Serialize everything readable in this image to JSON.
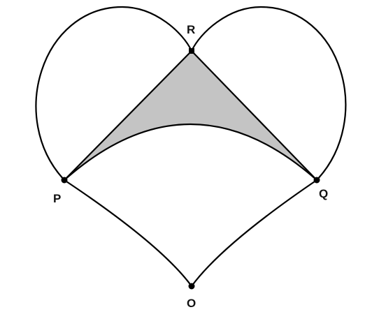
{
  "points": {
    "R": {
      "label": "R"
    },
    "P": {
      "label": "P"
    },
    "Q": {
      "label": "Q"
    },
    "O": {
      "label": "O"
    }
  },
  "colors": {
    "stroke": "#000000",
    "shaded_region": "#c4c4c4",
    "background": "#ffffff"
  }
}
